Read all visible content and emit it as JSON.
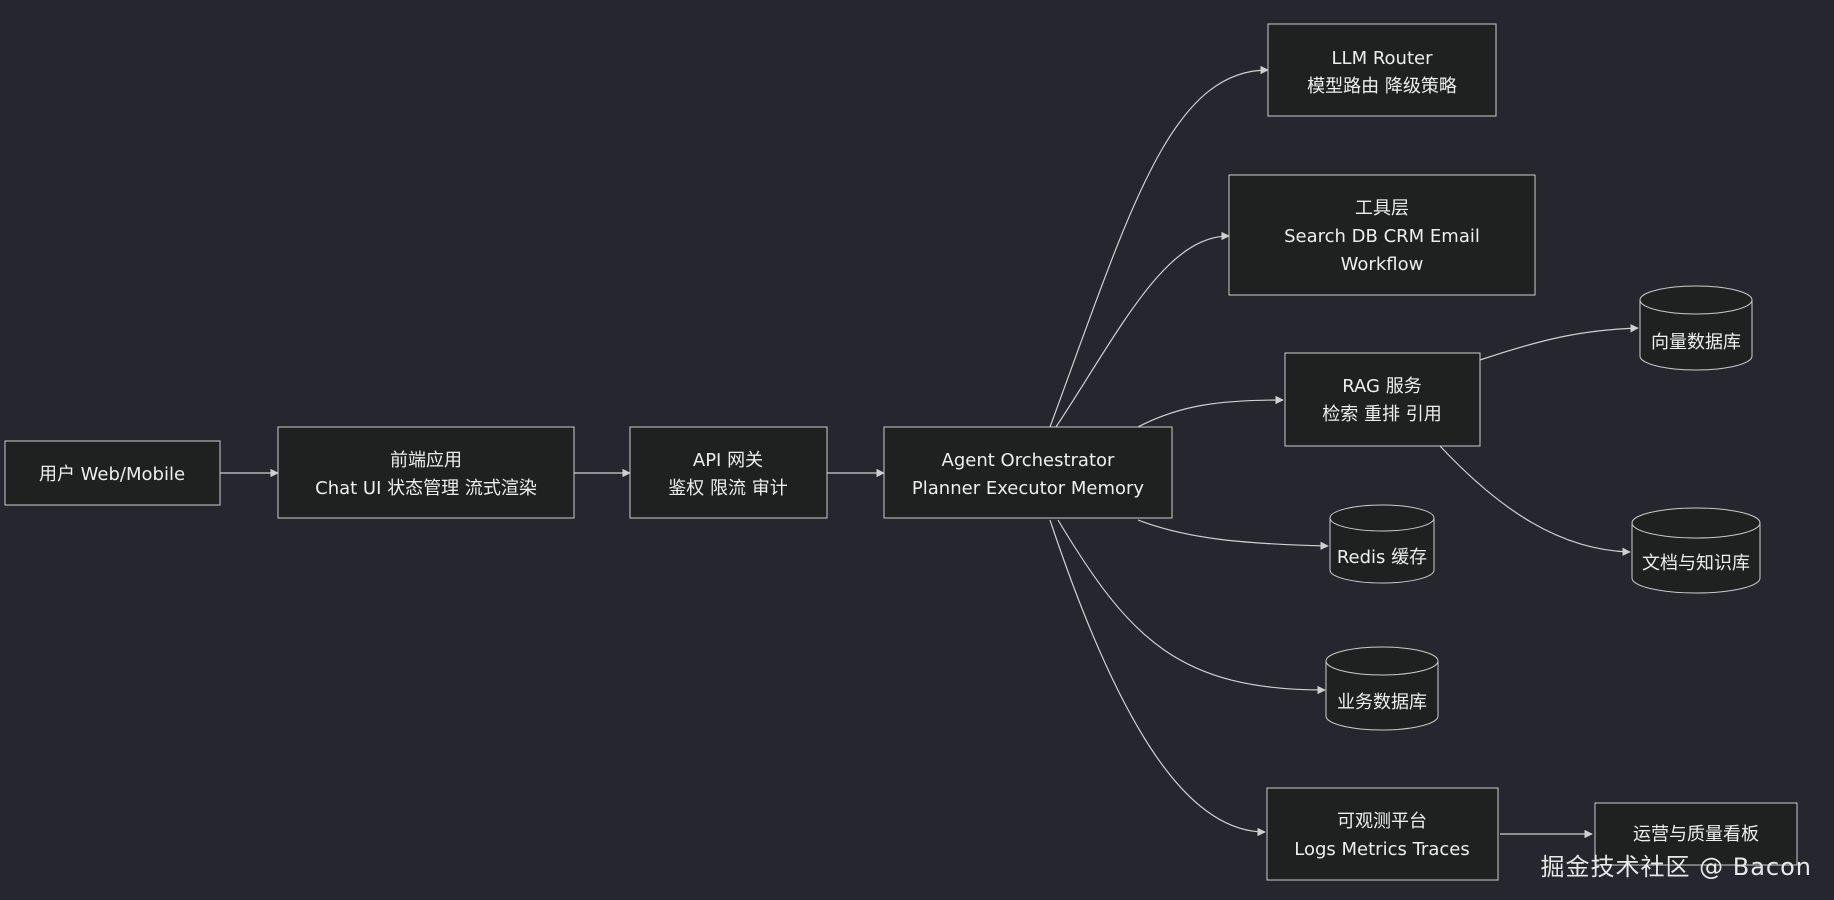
{
  "nodes": {
    "user": [
      "用户 Web/Mobile"
    ],
    "frontend": [
      "前端应用",
      "Chat UI 状态管理 流式渲染"
    ],
    "gateway": [
      "API 网关",
      "鉴权 限流 审计"
    ],
    "orchestrator": [
      "Agent Orchestrator",
      "Planner Executor Memory"
    ],
    "llm_router": [
      "LLM Router",
      "模型路由 降级策略"
    ],
    "tools": [
      "工具层",
      "Search DB CRM Email",
      "Workflow"
    ],
    "rag": [
      "RAG 服务",
      "检索 重排 引用"
    ],
    "vector_db": [
      "向量数据库"
    ],
    "docs_kb": [
      "文档与知识库"
    ],
    "redis": [
      "Redis 缓存"
    ],
    "biz_db": [
      "业务数据库"
    ],
    "observability": [
      "可观测平台",
      "Logs Metrics Traces"
    ],
    "dashboard": [
      "运营与质量看板"
    ]
  },
  "watermark": "掘金技术社区 @ Bacon"
}
